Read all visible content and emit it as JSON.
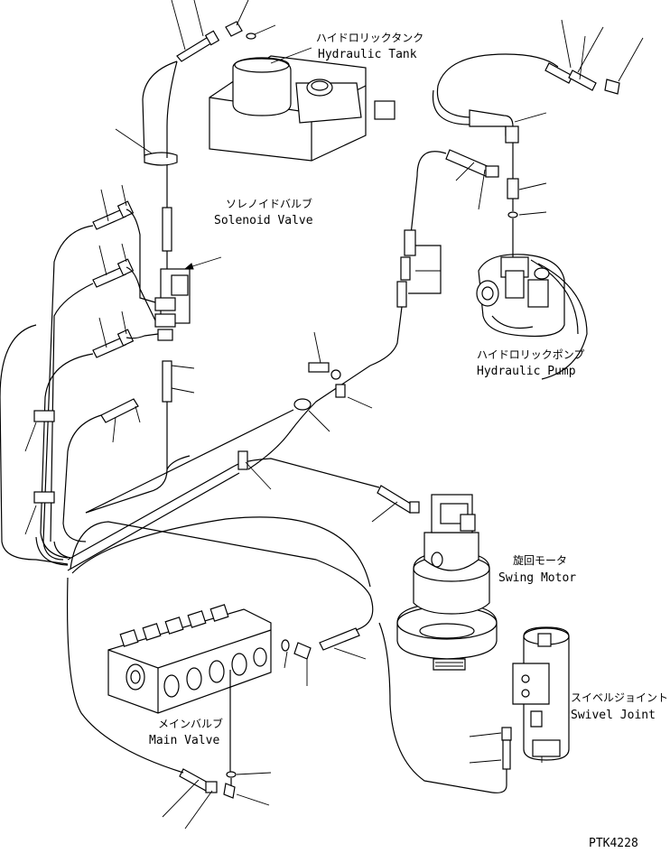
{
  "labels": {
    "hydraulic_tank": {
      "ja": "ハイドロリックタンク",
      "en": "Hydraulic Tank"
    },
    "solenoid_valve": {
      "ja": "ソレノイドバルブ",
      "en": "Solenoid Valve"
    },
    "hydraulic_pump": {
      "ja": "ハイドロリックポンプ",
      "en": "Hydraulic Pump"
    },
    "swing_motor": {
      "ja": "旋回モータ",
      "en": "Swing Motor"
    },
    "swivel_joint": {
      "ja": "スイベルジョイント",
      "en": "Swivel Joint"
    },
    "main_valve": {
      "ja": "メインバルブ",
      "en": "Main Valve"
    }
  },
  "drawing_code": "PTK4228"
}
